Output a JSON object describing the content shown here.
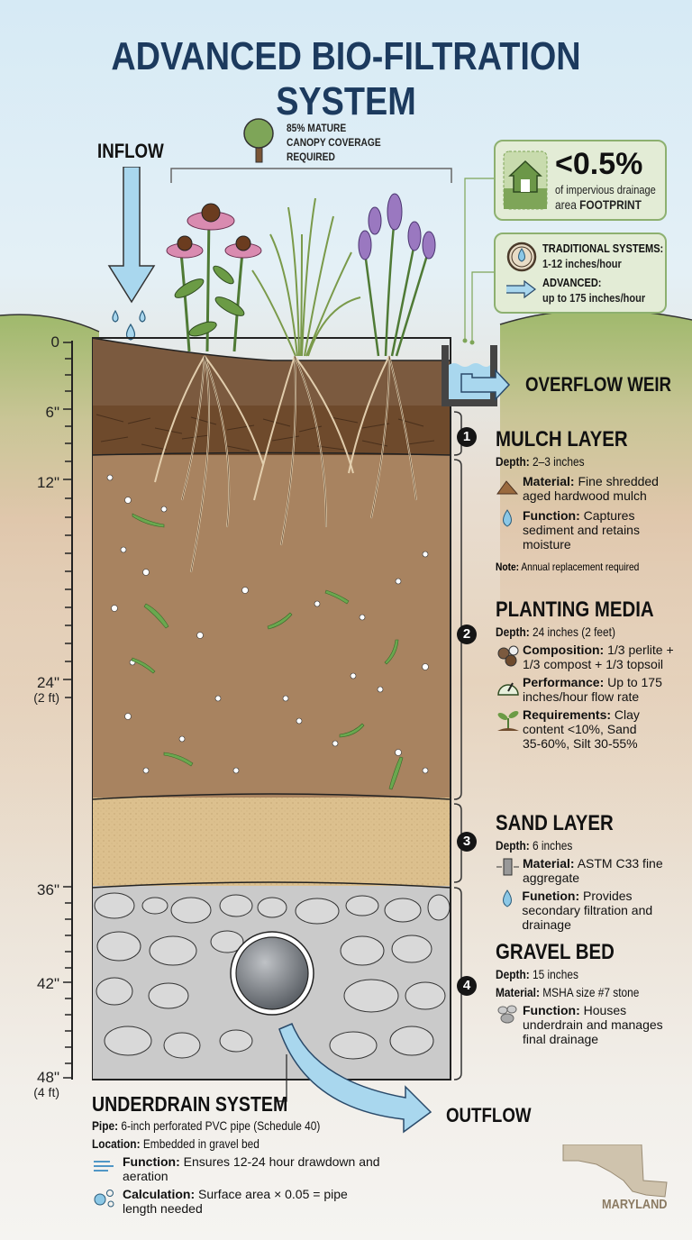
{
  "title": "ADVANCED BIO-FILTRATION SYSTEM",
  "inflow": {
    "label": "INFLOW"
  },
  "canopy": {
    "line1": "85% MATURE",
    "line2": "CANOPY COVERAGE",
    "line3": "REQUIRED",
    "icon": "tree-icon"
  },
  "footprint_card": {
    "value": "<0.5%",
    "line1": "of impervious drainage",
    "line2_prefix": "area ",
    "line2_bold": "FOOTPRINT",
    "icon": "house-icon"
  },
  "rate_card": {
    "traditional_label": "TRADITIONAL SYSTEMS:",
    "traditional_value": "1-12 inches/hour",
    "advanced_label": "ADVANCED:",
    "advanced_value": "up to 175 inches/hour"
  },
  "overflow": {
    "label": "OVERFLOW WEIR"
  },
  "ruler": {
    "ticks": [
      {
        "label": "0",
        "sub": ""
      },
      {
        "label": "6\"",
        "sub": ""
      },
      {
        "label": "12\"",
        "sub": ""
      },
      {
        "label": "24\"",
        "sub": "(2 ft)"
      },
      {
        "label": "36\"",
        "sub": ""
      },
      {
        "label": "42\"",
        "sub": ""
      },
      {
        "label": "48\"",
        "sub": "(4 ft)"
      }
    ]
  },
  "layers": [
    {
      "number": "1",
      "name": "MULCH LAYER",
      "depth_label": "Depth:",
      "depth_value": "2–3 inches",
      "items": [
        {
          "icon": "mulch-pile-icon",
          "label": "Material:",
          "text": "Fine shredded aged hardwood mulch"
        },
        {
          "icon": "water-drop-icon",
          "label": "Function:",
          "text": "Captures sediment and retains moisture"
        }
      ],
      "note_label": "Note:",
      "note_text": "Annual replacement required"
    },
    {
      "number": "2",
      "name": "PLANTING MEDIA",
      "depth_label": "Depth:",
      "depth_value": "24 inches (2 feet)",
      "items": [
        {
          "icon": "soil-mix-icon",
          "label": "Composition:",
          "text": "1/3 perlite + 1/3 compost + 1/3 topsoil"
        },
        {
          "icon": "gauge-icon",
          "label": "Performance:",
          "text": "Up to 175 inches/hour flow rate"
        },
        {
          "icon": "sprout-icon",
          "label": "Requirements:",
          "text": "Clay content <10%, Sand 35-60%, Silt 30-55%"
        }
      ]
    },
    {
      "number": "3",
      "name": "SAND LAYER",
      "depth_label": "Depth:",
      "depth_value": "6 inches",
      "items": [
        {
          "icon": "filter-icon",
          "label": "Material:",
          "text": "ASTM C33 fine aggregate"
        },
        {
          "icon": "water-drop-icon",
          "label": "Funetion:",
          "text": "Provides secondary filtration and drainage"
        }
      ]
    },
    {
      "number": "4",
      "name": "GRAVEL BED",
      "depth_label": "Depth:",
      "depth_value": "15 inches",
      "material_label": "Material:",
      "material_value": "MSHA size #7 stone",
      "items": [
        {
          "icon": "stones-icon",
          "label": "Function:",
          "text": "Houses underdrain and manages final drainage"
        }
      ]
    }
  ],
  "underdrain": {
    "title": "UNDERDRAIN SYSTEM",
    "pipe_label": "Pipe:",
    "pipe_value": "6-inch perforated PVC pipe (Schedule 40)",
    "location_label": "Location:",
    "location_value": "Embedded in gravel bed",
    "function_label": "Function:",
    "function_value": "Ensures 12-24 hour drawdown and aeration",
    "calc_label": "Calculation:",
    "calc_value": "Surface area × 0.05 = pipe length needed"
  },
  "outflow": {
    "label": "OUTFLOW"
  },
  "state": {
    "label": "MARYLAND"
  },
  "colors": {
    "title": "#1c3a5e",
    "water": "#a9d7ee",
    "mulch": "#6e4a2c",
    "media": "#a88360",
    "sand": "#dcc08e",
    "gravel": "#c9c9c9",
    "grass": "#9cb46a",
    "card_border": "#8db070"
  }
}
